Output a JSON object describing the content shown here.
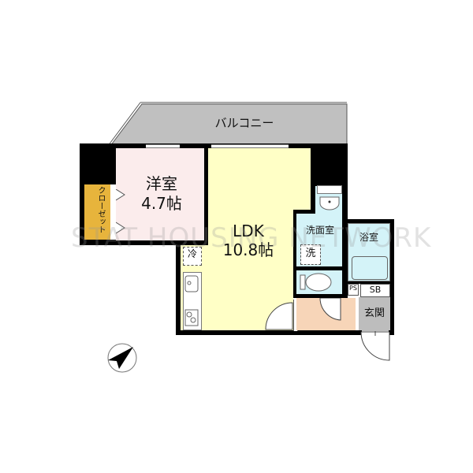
{
  "floorplan": {
    "balcony": {
      "label": "バルコニー",
      "color": "#c0c0c0"
    },
    "rooms": [
      {
        "id": "western-room",
        "name": "洋室",
        "size": "4.7帖",
        "color": "#fbecec"
      },
      {
        "id": "ldk",
        "name": "LDK",
        "size": "10.8帖",
        "color": "#ffffc6"
      },
      {
        "id": "closet",
        "name": "クローゼット",
        "color": "#e7b43c"
      },
      {
        "id": "washroom",
        "name": "洗面室",
        "color": "#d4f3f8"
      },
      {
        "id": "bathroom",
        "name": "浴室",
        "color": "#d4f3f8"
      },
      {
        "id": "toilet",
        "name": "",
        "color": "#d4f3f8"
      },
      {
        "id": "hall",
        "name": "",
        "color": "#f7d5b8"
      },
      {
        "id": "entrance",
        "name": "玄関",
        "color": "#bdbdbd"
      }
    ],
    "fixtures": {
      "refrigerator": "冷",
      "washer": "洗",
      "pipe_space": "PS",
      "shoe_box": "SB"
    },
    "compass": {
      "icon": "north-arrow-icon"
    },
    "watermark": "STAT HOUSING NETWORK"
  }
}
